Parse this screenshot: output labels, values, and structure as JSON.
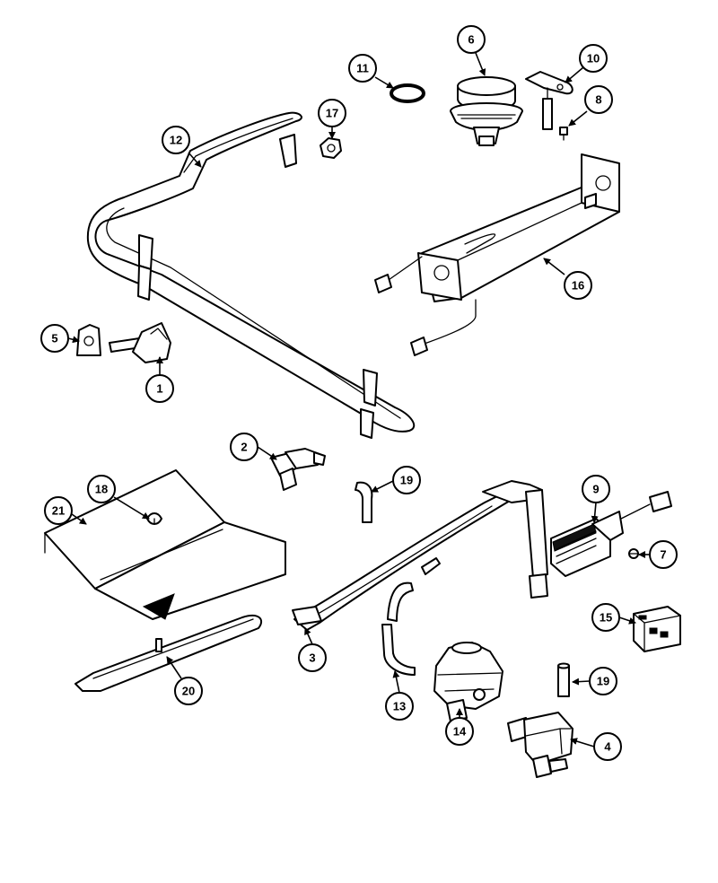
{
  "callouts": [
    {
      "id": "c1",
      "label": "1"
    },
    {
      "id": "c2",
      "label": "2"
    },
    {
      "id": "c3",
      "label": "3"
    },
    {
      "id": "c4",
      "label": "4"
    },
    {
      "id": "c5",
      "label": "5"
    },
    {
      "id": "c6",
      "label": "6"
    },
    {
      "id": "c7",
      "label": "7"
    },
    {
      "id": "c8",
      "label": "8"
    },
    {
      "id": "c9",
      "label": "9"
    },
    {
      "id": "c10",
      "label": "10"
    },
    {
      "id": "c11",
      "label": "11"
    },
    {
      "id": "c12",
      "label": "12"
    },
    {
      "id": "c13",
      "label": "13"
    },
    {
      "id": "c14",
      "label": "14"
    },
    {
      "id": "c15",
      "label": "15"
    },
    {
      "id": "c16",
      "label": "16"
    },
    {
      "id": "c17",
      "label": "17"
    },
    {
      "id": "c18",
      "label": "18"
    },
    {
      "id": "c19a",
      "label": "19"
    },
    {
      "id": "c19b",
      "label": "19"
    },
    {
      "id": "c20",
      "label": "20"
    },
    {
      "id": "c21",
      "label": "21"
    }
  ],
  "colors": {
    "line": "#000000",
    "background": "#ffffff"
  }
}
